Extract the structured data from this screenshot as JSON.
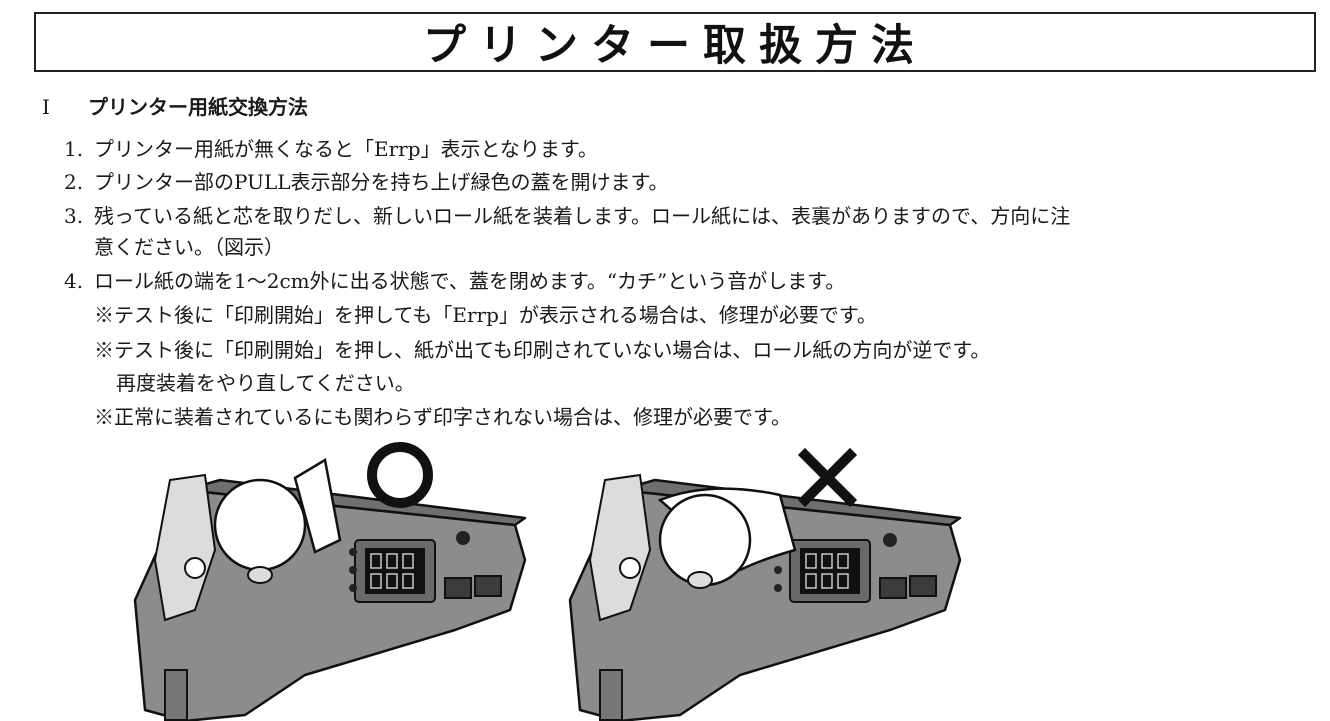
{
  "title": "プリンター取扱方法",
  "section": {
    "number": "I",
    "heading": "プリンター用紙交換方法"
  },
  "steps": [
    {
      "num": "1.",
      "text": "プリンター用紙が無くなると「Errp」表示となります。"
    },
    {
      "num": "2.",
      "text": "プリンター部のPULL表示部分を持ち上げ緑色の蓋を開けます。"
    },
    {
      "num": "3.",
      "text": "残っている紙と芯を取りだし、新しいロール紙を装着します。ロール紙には、表裏がありますので、方向に注",
      "cont": "意ください。（図示）"
    },
    {
      "num": "4.",
      "text": "ロール紙の端を1〜2cm外に出る状態で、蓋を閉めます。“カチ”という音がします。"
    }
  ],
  "notes": [
    "※テスト後に「印刷開始」を押しても「Errp」が表示される場合は、修理が必要です。",
    "※テスト後に「印刷開始」を押し、紙が出ても印刷されていない場合は、ロール紙の方向が逆です。",
    "再度装着をやり直してください。",
    "※正常に装着されているにも関わらず印字されない場合は、修理が必要です。"
  ],
  "figures": [
    {
      "mark": "○",
      "meaning": "correct"
    },
    {
      "mark": "×",
      "meaning": "incorrect"
    }
  ]
}
